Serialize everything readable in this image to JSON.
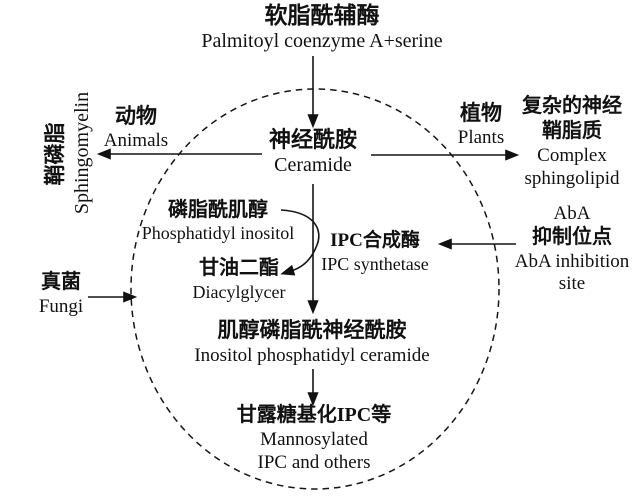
{
  "diagram": {
    "colors": {
      "background": "#ffffff",
      "ink": "#111111"
    },
    "nodes": {
      "palmitoyl": {
        "cn": "软脂酰辅酶",
        "en": "Palmitoyl coenzyme A+serine"
      },
      "ceramide": {
        "cn": "神经酰胺",
        "en": "Ceramide"
      },
      "animals": {
        "cn": "动物",
        "en": "Animals"
      },
      "sphingomyelin": {
        "cn": "鞘磷脂",
        "en": "Sphingomyelin"
      },
      "plants": {
        "cn": "植物",
        "en": "Plants"
      },
      "complex_sphingolipid": {
        "cn1": "复杂的神经",
        "cn2": "鞘脂质",
        "en1": "Complex",
        "en2": "sphingolipid"
      },
      "phosphatidyl_inositol": {
        "cn": "磷脂酰肌醇",
        "en": "Phosphatidyl inositol"
      },
      "ipc_synthetase": {
        "cn": "IPC合成酶",
        "en": "IPC synthetase"
      },
      "diacylglycerol": {
        "cn": "甘油二酯",
        "en": "Diacylglycer"
      },
      "aba_site": {
        "l1": "AbA",
        "l2": "抑制位点",
        "l3": "AbA inhibition",
        "l4": "site"
      },
      "inositol_phosphatidyl_ceramide": {
        "cn": "肌醇磷脂酰神经酰胺",
        "en": "Inositol phosphatidyl ceramide"
      },
      "fungi": {
        "cn": "真菌",
        "en": "Fungi"
      },
      "mannosylated_ipc": {
        "cn": "甘露糖基化IPC等",
        "en1": "Mannosylated",
        "en2": "IPC and others"
      }
    }
  }
}
